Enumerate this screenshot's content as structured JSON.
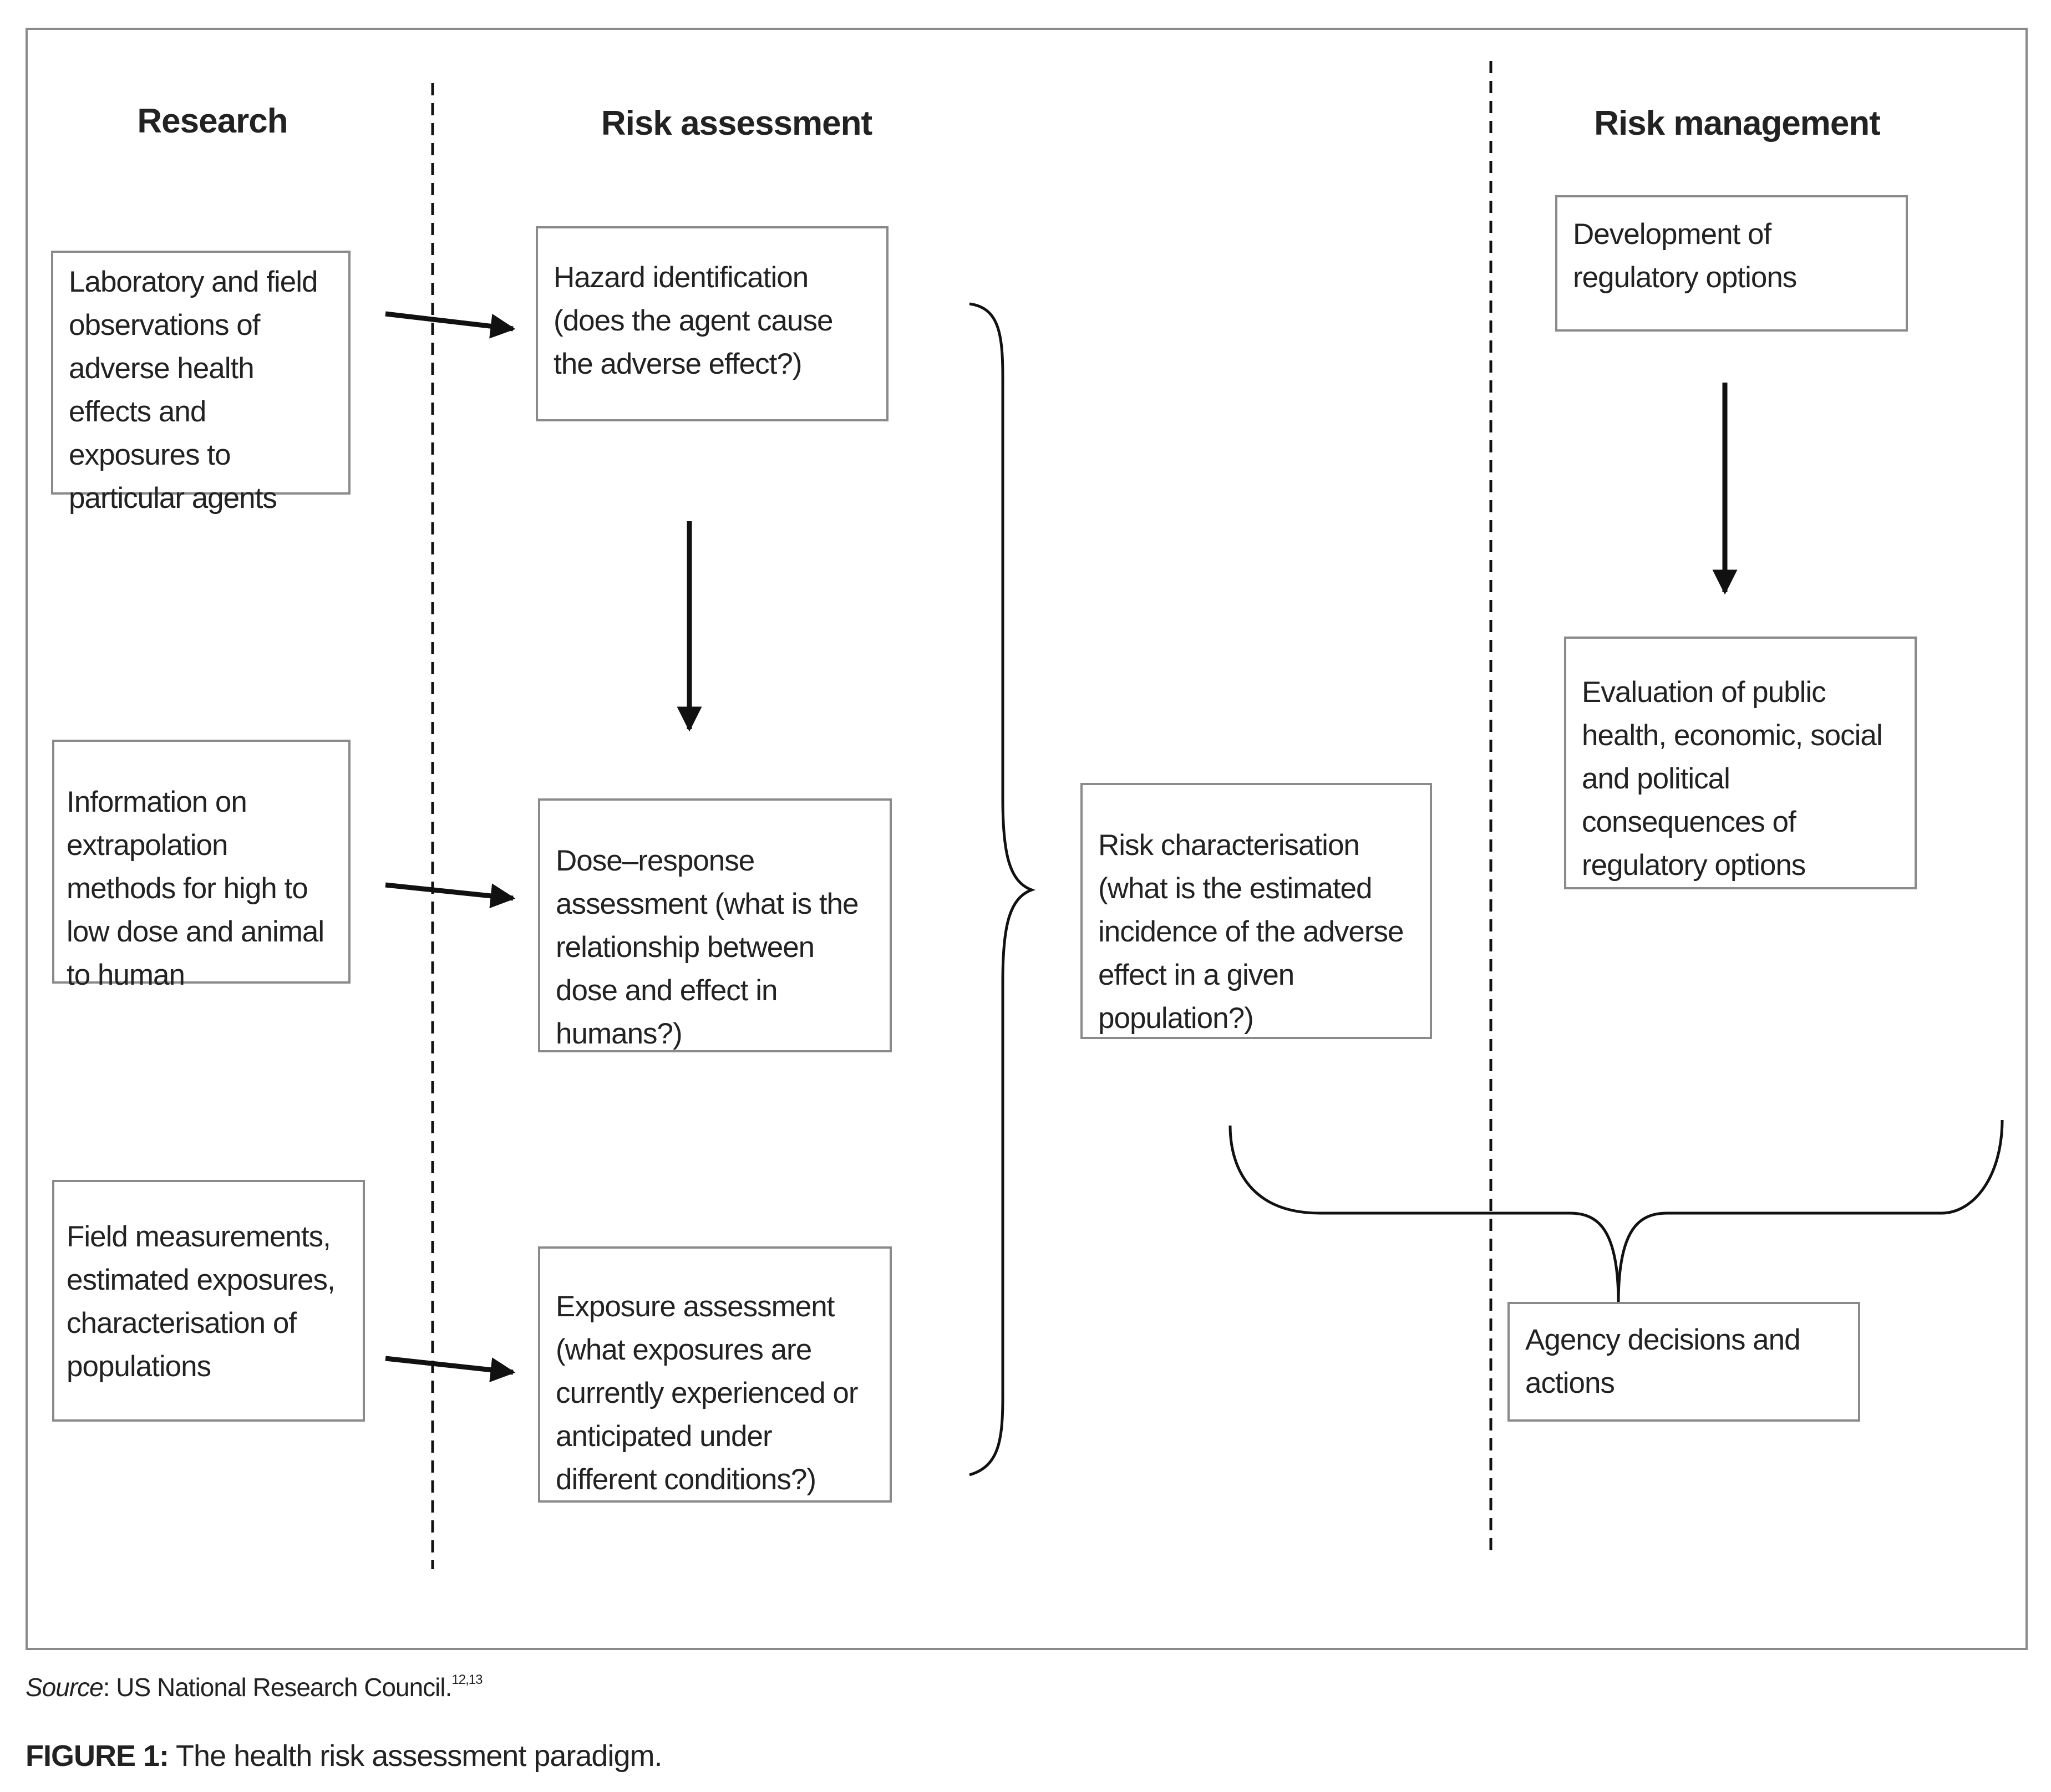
{
  "headings": {
    "research": "Research",
    "risk_assessment": "Risk assessment",
    "risk_management": "Risk management"
  },
  "research_boxes": [
    "Laboratory and field observations of adverse health effects and exposures to particular agents",
    "Information on extrapolation methods for high to low dose and animal to human",
    "Field measurements, estimated exposures, characterisation of populations"
  ],
  "assessment_boxes": [
    "Hazard identification (does the agent cause the adverse effect?)",
    "Dose–response assessment (what is the relationship between dose and effect in humans?)",
    "Exposure assessment (what exposures are currently experienced or anticipated under different conditions?)"
  ],
  "risk_characterisation": "Risk characterisation (what is the estimated incidence of the adverse effect in a given population?)",
  "management_boxes": [
    "Development of regulatory options",
    "Evaluation of public health, economic, social and political consequences of regulatory options"
  ],
  "agency_decisions": "Agency decisions and actions",
  "source": {
    "label": "Source",
    "text": ": US National Research Council.",
    "refs": "12,13"
  },
  "caption": {
    "label": "FIGURE 1:",
    "text": " The health risk assessment paradigm."
  },
  "colors": {
    "line": "#111111",
    "box_border": "#8a8a8a",
    "text": "#222222"
  }
}
